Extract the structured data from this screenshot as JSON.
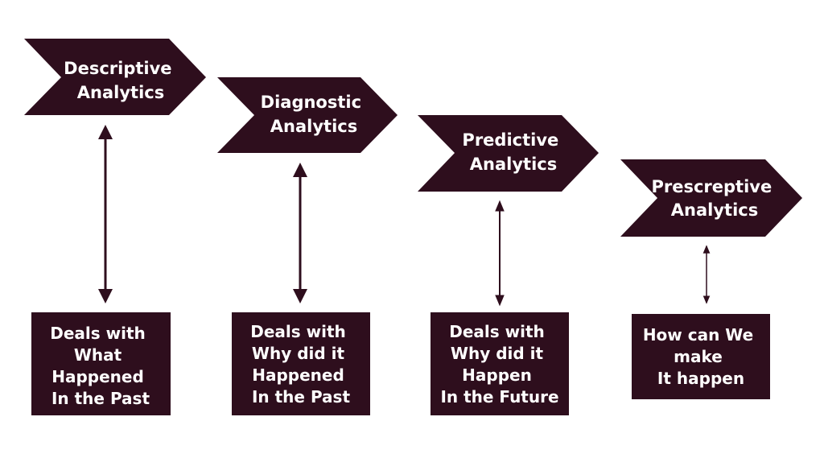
{
  "colors": {
    "shape_fill": "#2e0e1d",
    "text": "#ffffff",
    "arrow": "#2e0e1d",
    "background": "#ffffff"
  },
  "stages": [
    {
      "title_line1": "Descriptive",
      "title_line2": "Analytics",
      "desc_lines": [
        "Deals with",
        "What",
        "Happened",
        "In the Past"
      ]
    },
    {
      "title_line1": "Diagnostic",
      "title_line2": "Analytics",
      "desc_lines": [
        "Deals with",
        "Why did it",
        "Happened",
        "In the Past"
      ]
    },
    {
      "title_line1": "Predictive",
      "title_line2": "Analytics",
      "desc_lines": [
        "Deals with",
        "Why did it",
        "Happen",
        "In the Future"
      ]
    },
    {
      "title_line1": "Prescreptive",
      "title_line2": "Analytics",
      "desc_lines": [
        "How can We",
        "make",
        "It happen"
      ]
    }
  ]
}
